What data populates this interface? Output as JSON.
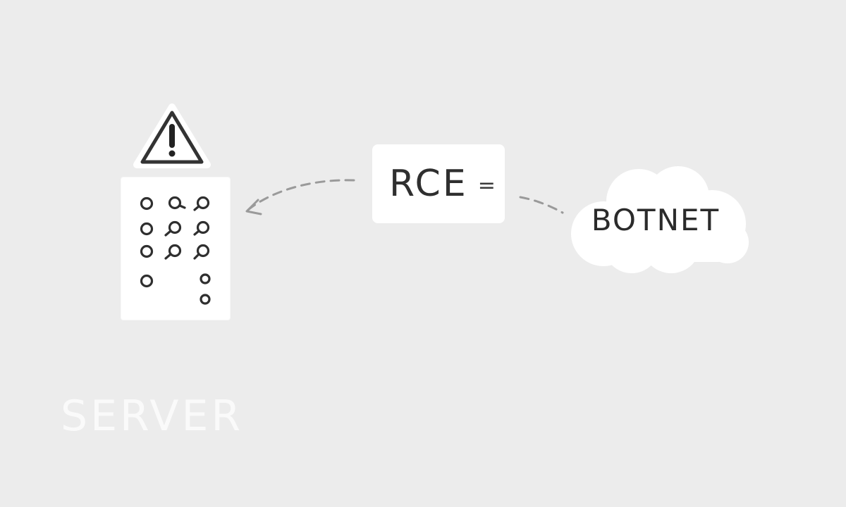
{
  "diagram": {
    "nodes": {
      "server": {
        "label": "SERVER",
        "alert_icon": "warning-triangle-icon"
      },
      "exploit": {
        "label": "RCE",
        "operator": "="
      },
      "botnet": {
        "label": "BOTNET",
        "shape": "cloud"
      }
    },
    "edges": [
      {
        "from": "exploit",
        "to": "server",
        "style": "dashed-arrow"
      },
      {
        "from": "botnet",
        "to": "exploit",
        "style": "dashed-line"
      }
    ]
  },
  "colors": {
    "background": "#ececec",
    "panel": "#ffffff",
    "ink": "#2f2f2f",
    "connector": "#9a9a9a",
    "server_label": "#fafafa"
  }
}
